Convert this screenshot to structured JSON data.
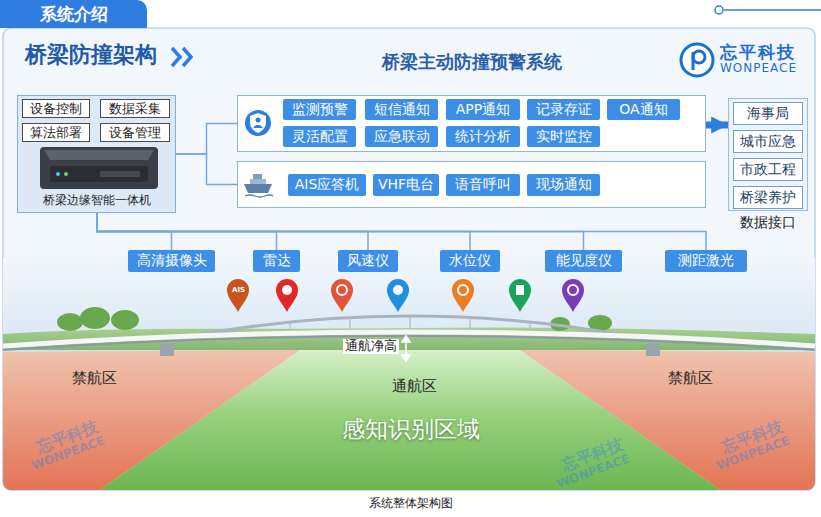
{
  "diagram": {
    "title": "桥梁主动防撞预警系统",
    "caption": "系统整体架构图",
    "nodes": [
      {
        "text": [
          "系统介绍"
        ]
      },
      {
        "text": [
          "桥梁边缘智能一体机"
        ]
      },
      {
        "text": [
          "设备控制"
        ],
        "in": 1
      },
      {
        "text": [
          "数据采集"
        ],
        "in": 1
      },
      {
        "text": [
          "算法部署"
        ],
        "in": 1
      },
      {
        "text": [
          "设备管理"
        ],
        "in": 1
      },
      {
        "text": []
      },
      {
        "text": [
          "监测预警"
        ],
        "in": 6
      },
      {
        "text": [
          "短信通知"
        ],
        "in": 6
      },
      {
        "text": [
          "APP通知"
        ],
        "in": 6
      },
      {
        "text": [
          "记录存证"
        ],
        "in": 6
      },
      {
        "text": [
          "OA通知"
        ],
        "in": 6
      },
      {
        "text": [
          "灵活配置"
        ],
        "in": 6
      },
      {
        "text": [
          "应急联动"
        ],
        "in": 6
      },
      {
        "text": [
          "统计分析"
        ],
        "in": 6
      },
      {
        "text": [
          "实时监控"
        ],
        "in": 6
      },
      {
        "text": []
      },
      {
        "text": [
          "AIS应答机"
        ],
        "in": 16
      },
      {
        "text": [
          "VHF电台"
        ],
        "in": 16
      },
      {
        "text": [
          "语音呼叫"
        ],
        "in": 16
      },
      {
        "text": [
          "现场通知"
        ],
        "in": 16
      },
      {
        "text": [
          "数据接口"
        ]
      },
      {
        "text": [
          "海事局"
        ],
        "in": 21
      },
      {
        "text": [
          "城市应急"
        ],
        "in": 21
      },
      {
        "text": [
          "市政工程"
        ],
        "in": 21
      },
      {
        "text": [
          "桥梁养护"
        ],
        "in": 21
      },
      {
        "text": [
          "高清摄像头"
        ]
      },
      {
        "text": [
          "雷达"
        ]
      },
      {
        "text": [
          "风速仪"
        ]
      },
      {
        "text": [
          "水位仪"
        ]
      },
      {
        "text": [
          "能见度仪"
        ]
      },
      {
        "text": [
          "测距激光"
        ]
      }
    ],
    "edges": [
      {
        "from": 1,
        "to": 6,
        "arrow": "none"
      },
      {
        "from": 1,
        "to": 16,
        "arrow": "none"
      },
      {
        "from": 6,
        "to": 21,
        "arrow": "to"
      },
      {
        "from": 1,
        "to": 26,
        "arrow": "none"
      },
      {
        "from": 1,
        "to": 27,
        "arrow": "none"
      },
      {
        "from": 1,
        "to": 28,
        "arrow": "none"
      },
      {
        "from": 1,
        "to": 29,
        "arrow": "none"
      },
      {
        "from": 1,
        "to": 30,
        "arrow": "none"
      },
      {
        "from": 1,
        "to": 31,
        "arrow": "none"
      }
    ],
    "labels": [
      "桥梁防撞架构",
      "忘平科技",
      "WONPEACE",
      "AIS",
      "通航净高",
      "禁航区",
      "通航区",
      "禁航区",
      "感知识别区域",
      "忘平科技",
      "WONPEACE",
      "忘平科技",
      "WONPEACE",
      "忘平科技",
      "WONPEACE"
    ]
  }
}
